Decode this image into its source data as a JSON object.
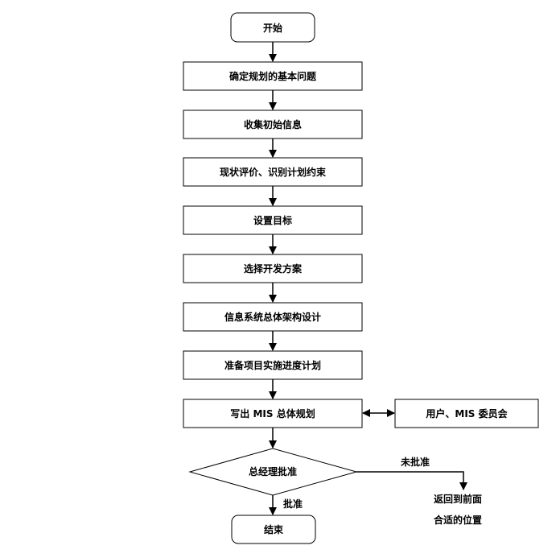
{
  "diagram": {
    "start": "开始",
    "steps": [
      "确定规划的基本问题",
      "收集初始信息",
      "现状评价、识别计划约束",
      "设置目标",
      "选择开发方案",
      "信息系统总体架构设计",
      "准备项目实施进度计划",
      "写出 MIS 总体规划"
    ],
    "side_box": "用户、MIS 委员会",
    "decision": "总经理批准",
    "approved_label": "批准",
    "rejected_label": "未批准",
    "rejected_note_line1": "返回到前面",
    "rejected_note_line2": "合适的位置",
    "end": "结束"
  }
}
